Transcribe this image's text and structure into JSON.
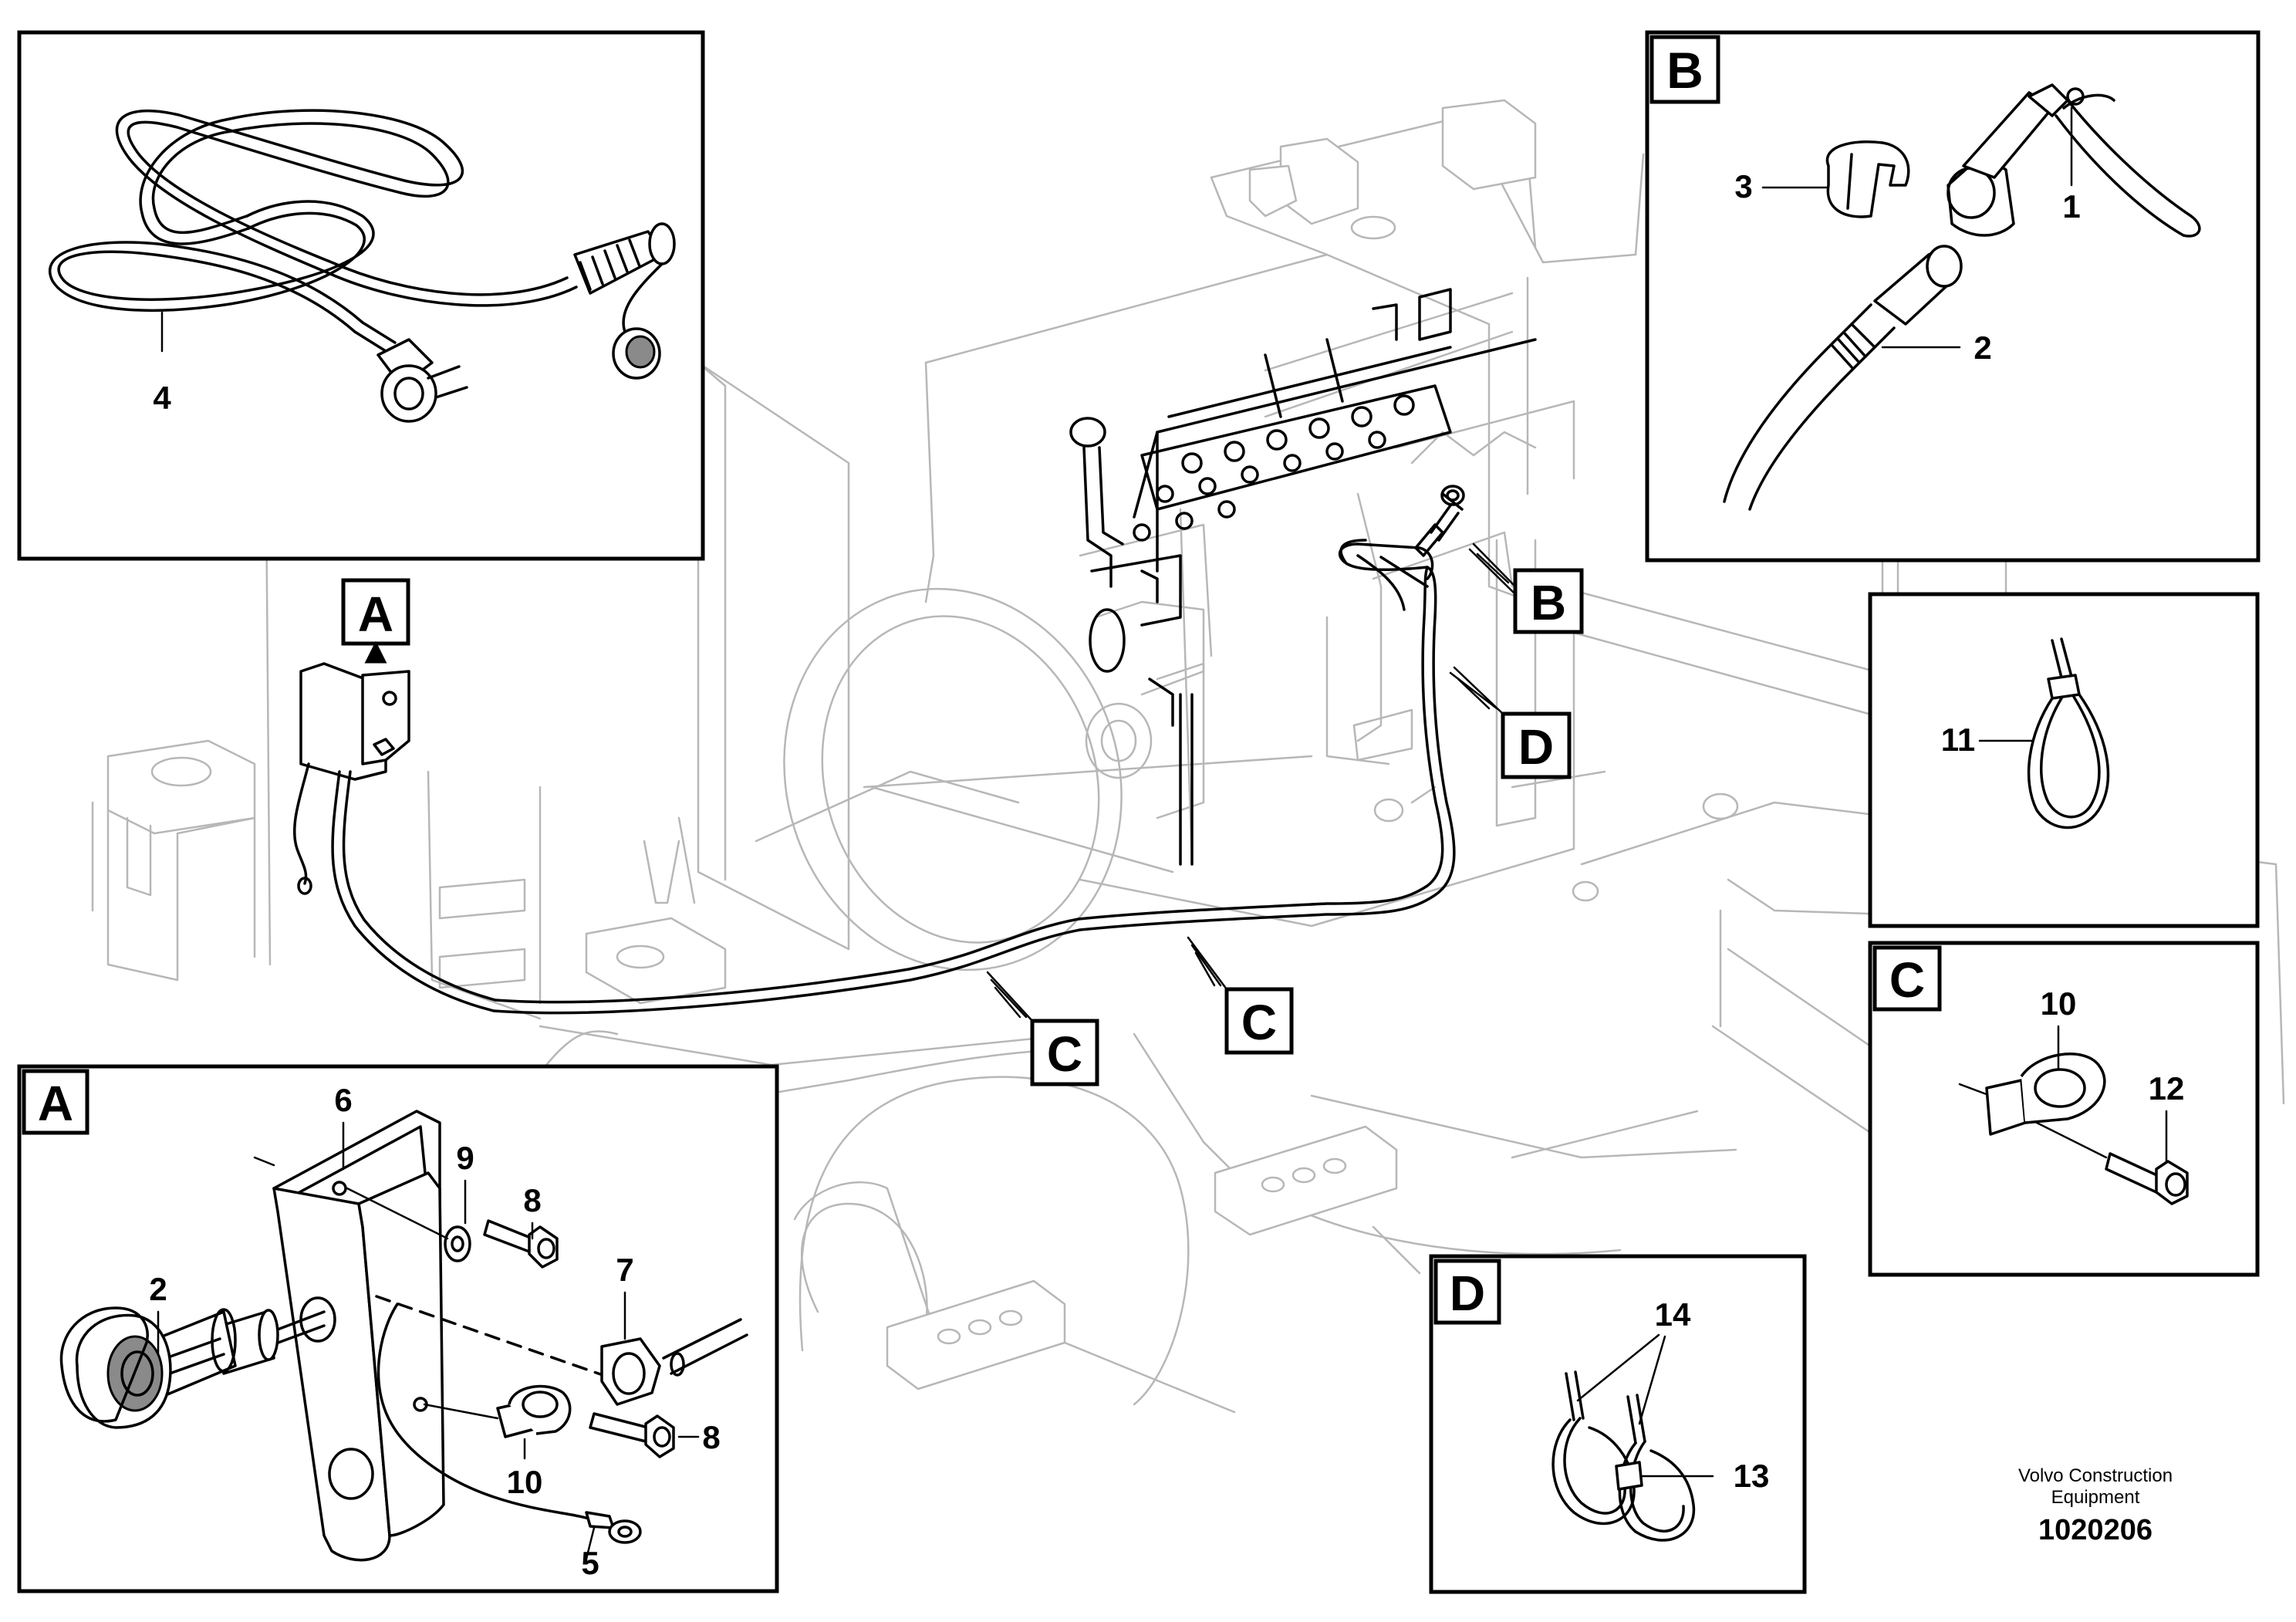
{
  "callout_letters": {
    "a": "A",
    "b": "B",
    "c": "C",
    "d": "D"
  },
  "part_numbers": {
    "p1": "1",
    "p2": "2",
    "p3": "3",
    "p4": "4",
    "p5": "5",
    "p6": "6",
    "p7": "7",
    "p8": "8",
    "p9": "9",
    "p10": "10",
    "p11": "11",
    "p12": "12",
    "p13": "13",
    "p14": "14"
  },
  "footer": {
    "company_line1": "Volvo Construction",
    "company_line2": "Equipment",
    "drawing_number": "1020206"
  }
}
